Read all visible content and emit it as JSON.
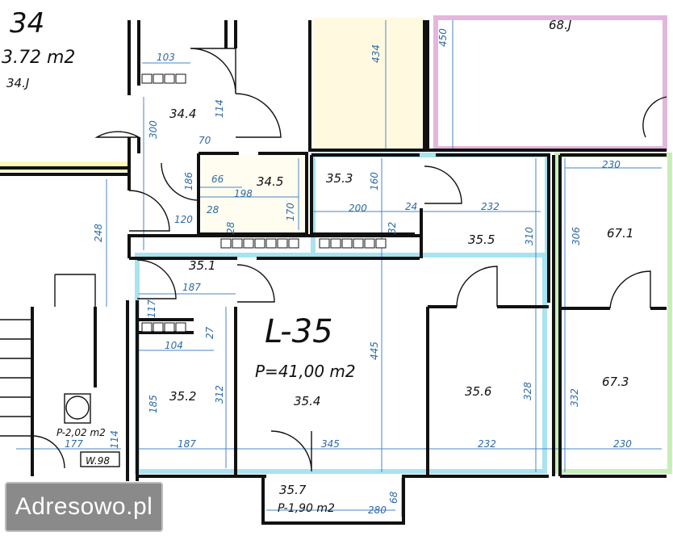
{
  "watermark": {
    "text": "Adresowo.pl"
  },
  "unit": {
    "name": "L-35",
    "area": "P=41,00 m2"
  },
  "rooms": {
    "r34_4": "34.4",
    "r34_5": "34.5",
    "r35_3": "35.3",
    "r35_1": "35.1",
    "r35_2": "35.2",
    "r35_4": "35.4",
    "r35_5": "35.5",
    "r35_6": "35.6",
    "r35_7": "35.7",
    "r67_1": "67.1",
    "r67_3": "67.3",
    "r68": "68.J",
    "r34": "34.J",
    "top_left_num": "34",
    "top_left_area": "3.72 m2"
  },
  "small_areas": {
    "balcony": "P-1,90 m2",
    "bath": "P-2,02 m2",
    "wc_tag": "W.98"
  },
  "dims": {
    "d103": "103",
    "d434": "434",
    "d450": "450",
    "d300": "300",
    "d114a": "114",
    "d70": "70",
    "d66": "66",
    "d198": "198",
    "d186": "186",
    "d170": "170",
    "d160": "160",
    "d200": "200",
    "d24": "24",
    "d232a": "232",
    "d32": "32",
    "d310": "310",
    "d28a": "28",
    "d28b": "28",
    "d120": "120",
    "d248": "248",
    "d187a": "187",
    "d117": "117",
    "d27": "27",
    "d104": "104",
    "d445": "445",
    "d185": "185",
    "d312": "312",
    "d187b": "187",
    "d345": "345",
    "d328": "328",
    "d232b": "232",
    "d230a": "230",
    "d306": "306",
    "d332": "332",
    "d230b": "230",
    "d177": "177",
    "d114b": "114",
    "d280": "280",
    "d68": "68"
  }
}
